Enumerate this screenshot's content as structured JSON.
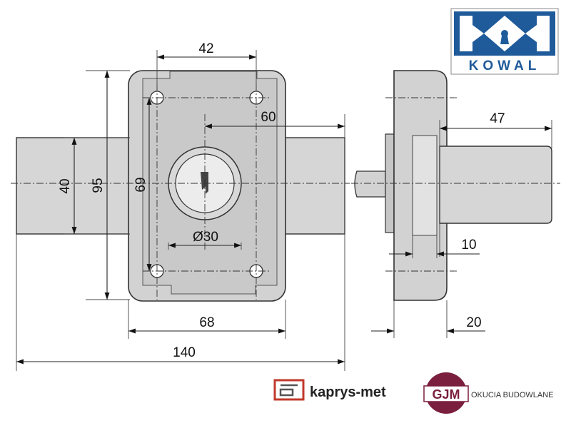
{
  "dimensions": {
    "top_width": "42",
    "offset": "60",
    "bolt_height": "40",
    "body_height": "95",
    "hole_spacing_v": "69",
    "cylinder_diameter": "Ø30",
    "hole_spacing_h": "68",
    "overall_width": "140",
    "bolt_projection": "47",
    "plate": "10",
    "depth": "20"
  },
  "brands": {
    "kowal": "KOWAL",
    "kaprys": "kaprys-met",
    "gjm": "GJM",
    "gjm_tagline": "OKUCIA BUDOWLANE"
  },
  "colors": {
    "kowal_blue": "#1f5a9a",
    "kaprys_red": "#c0392b",
    "gjm_maroon": "#7a1f3d"
  }
}
